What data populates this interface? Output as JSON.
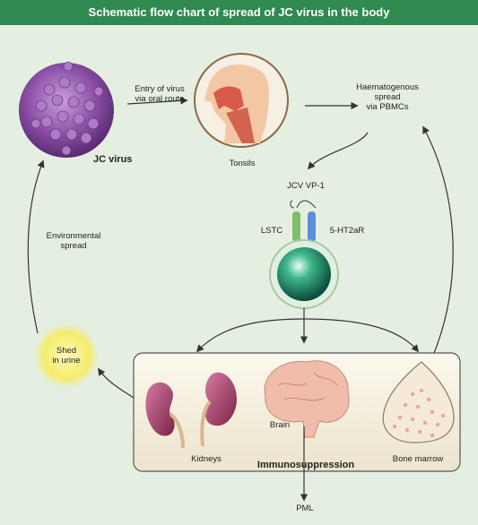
{
  "title": "Schematic flow chart of spread of JC virus in the body",
  "nodes": {
    "jc_virus": "JC virus",
    "entry": "Entry of virus\nvia oral route",
    "tonsils": "Tonsils",
    "haematogenous": "Haematogenous\nspread\nvia PBMCs",
    "jcv_vp1": "JCV VP-1",
    "lstc": "LSTC",
    "ht2ar": "5-HT2aR",
    "environmental": "Environmental\nspread",
    "shed": "Shed\nin urine",
    "kidneys": "Kidneys",
    "brain": "Brain",
    "immuno": "Immunosuppression",
    "bone_marrow": "Bone marrow",
    "pml": "PML"
  },
  "colors": {
    "header": "#2f8a4f",
    "background": "#e5efe1",
    "virus": "#8b4fa6",
    "kidney": "#a03a62",
    "brain": "#f0b8a8",
    "cell": "#1c8a6a",
    "shed": "#f7ef7a"
  }
}
